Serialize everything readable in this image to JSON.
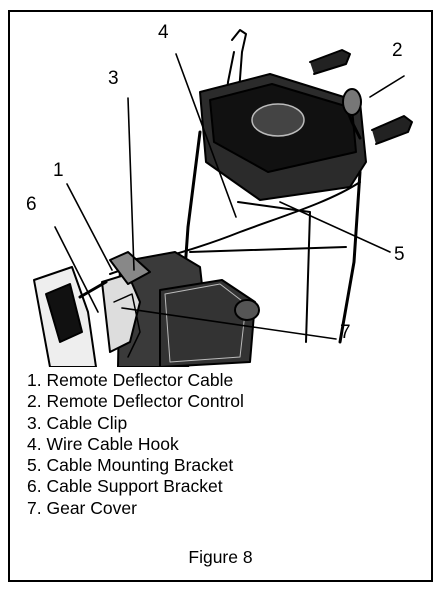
{
  "figure": {
    "caption": "Figure 8",
    "illustration_subject": "snow-blower",
    "callouts": [
      "1",
      "2",
      "3",
      "4",
      "5",
      "6",
      "7"
    ],
    "legend": [
      {
        "number": "1.",
        "label": "Remote Deflector Cable"
      },
      {
        "number": "2.",
        "label": "Remote Deflector Control"
      },
      {
        "number": "3.",
        "label": "Cable Clip"
      },
      {
        "number": "4.",
        "label": "Wire Cable Hook"
      },
      {
        "number": "5.",
        "label": "Cable Mounting Bracket"
      },
      {
        "number": "6.",
        "label": "Cable Support Bracket"
      },
      {
        "number": "7.",
        "label": "Gear Cover"
      }
    ]
  }
}
